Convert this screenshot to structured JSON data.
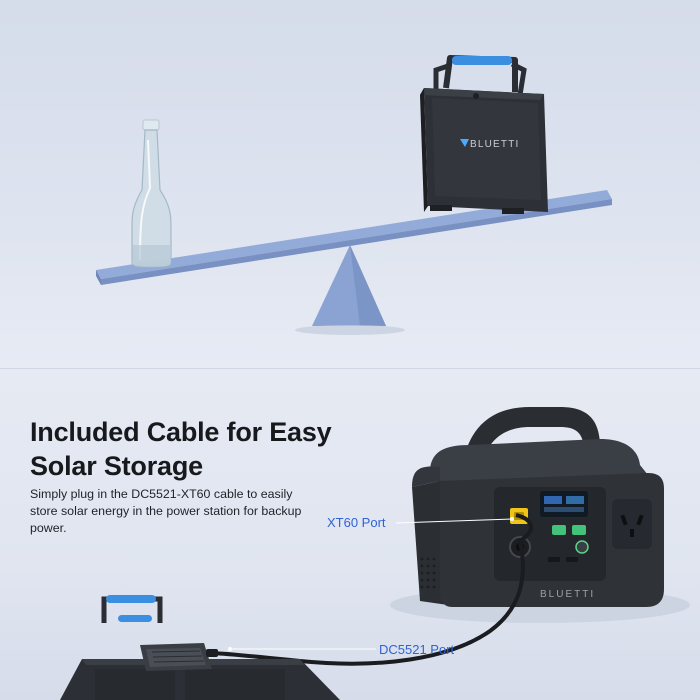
{
  "hero": {
    "panel_brand": "BLUETTI"
  },
  "feature": {
    "headline_line1": "Included Cable for Easy",
    "headline_line2": "Solar Storage",
    "body": "Simply plug in the DC5521-XT60 cable to easily store solar energy in the power station for backup power.",
    "station_brand": "BLUETTI",
    "callouts": {
      "xt60": "XT60 Port",
      "dc5521": "DC5521 Port"
    }
  },
  "colors": {
    "accent": "#2f63d6",
    "seesaw": "#8fa7d4",
    "handle": "#3b8fe0",
    "device": "#2c2f34"
  }
}
